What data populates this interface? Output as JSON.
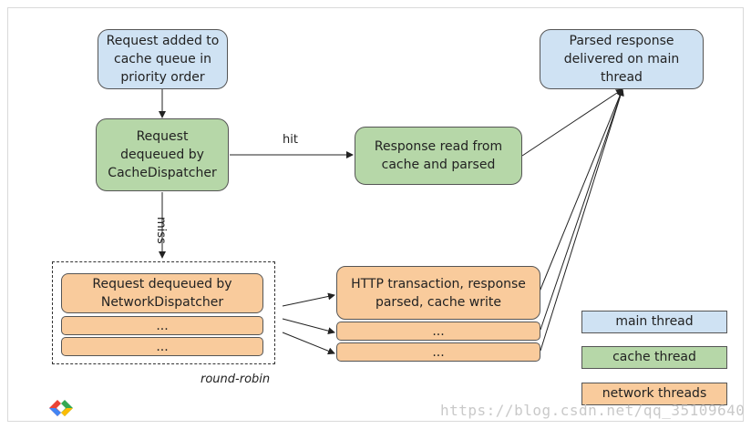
{
  "diagram": {
    "nodes": {
      "request_added": "Request added to\ncache queue in\npriority order",
      "cache_dispatcher": "Request\ndequeued by\nCacheDispatcher",
      "response_read": "Response read from\ncache and parsed",
      "parsed_response": "Parsed response\ndelivered on main\nthread",
      "network_dispatcher": "Request dequeued by\nNetworkDispatcher",
      "network_ellipsis_1": "...",
      "network_ellipsis_2": "...",
      "http_transaction": "HTTP transaction, response\nparsed, cache write",
      "http_ellipsis_1": "...",
      "http_ellipsis_2": "..."
    },
    "edge_labels": {
      "hit": "hit",
      "miss": "miss",
      "round_robin": "round-robin"
    },
    "legend": {
      "main_thread": "main thread",
      "cache_thread": "cache thread",
      "network_threads": "network threads"
    },
    "colors": {
      "main_thread": "#cfe2f3",
      "cache_thread": "#b6d7a8",
      "network_threads": "#f9cb9c"
    }
  },
  "watermark": "https://blog.csdn.net/qq_35109640",
  "logo": "google-logo"
}
